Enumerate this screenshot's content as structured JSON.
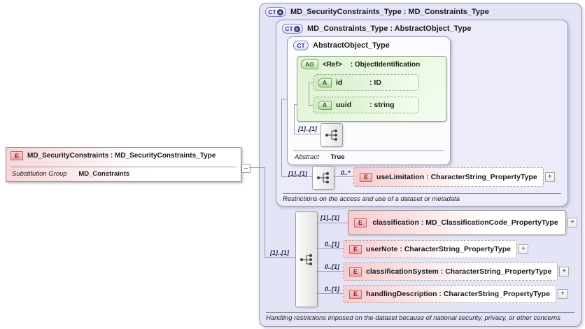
{
  "badges": {
    "complex_type": "CT",
    "attribute_group": "AG",
    "element": "E",
    "attribute": "A",
    "expand": "+"
  },
  "root_element": {
    "title": "MD_SecurityConstraints : MD_SecurityConstraints_Type",
    "fact_label": "Substitution Group",
    "fact_value": "MD_Constraints"
  },
  "outer_type": {
    "title": "MD_SecurityConstraints_Type : MD_Constraints_Type",
    "annotation": "Handling restrictions imposed on the dataset because of national security, privacy, or other concerns"
  },
  "base_type": {
    "title": "MD_Constraints_Type : AbstractObject_Type",
    "annotation": "Restrictions on the access and use of a dataset or metadata",
    "sequence_cardinality": "[1]..[1]",
    "use_limitation": {
      "cardinality": "0..*",
      "label": "useLimitation : CharacterString_PropertyType"
    }
  },
  "abstract_type": {
    "title": "AbstractObject_Type",
    "attr_group_ref": "<Ref>",
    "attr_group_type": ": ObjectIdentification",
    "attributes": [
      {
        "name": "id",
        "type": ": ID"
      },
      {
        "name": "uuid",
        "type": ": string"
      }
    ],
    "sequence_cardinality": "[1]..[1]",
    "fact_label": "Abstract",
    "fact_value": "True"
  },
  "extension": {
    "sequence_cardinality": "[1]..[1]",
    "elements": [
      {
        "cardinality": "[1]..[1]",
        "label": "classification : MD_ClassificationCode_PropertyType"
      },
      {
        "cardinality": "0..[1]",
        "label": "userNote : CharacterString_PropertyType"
      },
      {
        "cardinality": "0..[1]",
        "label": "classificationSystem : CharacterString_PropertyType"
      },
      {
        "cardinality": "0..[1]",
        "label": "handlingDescription : CharacterString_PropertyType"
      }
    ]
  },
  "colors": {
    "outer_frame_fill": "#e4e4f7",
    "inner_frame_fill": "#ebebfa",
    "element_pink": "#f8cbd0",
    "attribute_green": "#d2eec6",
    "badge_ct_text": "#2a2a8a",
    "badge_e_text": "#8b1a1a"
  }
}
